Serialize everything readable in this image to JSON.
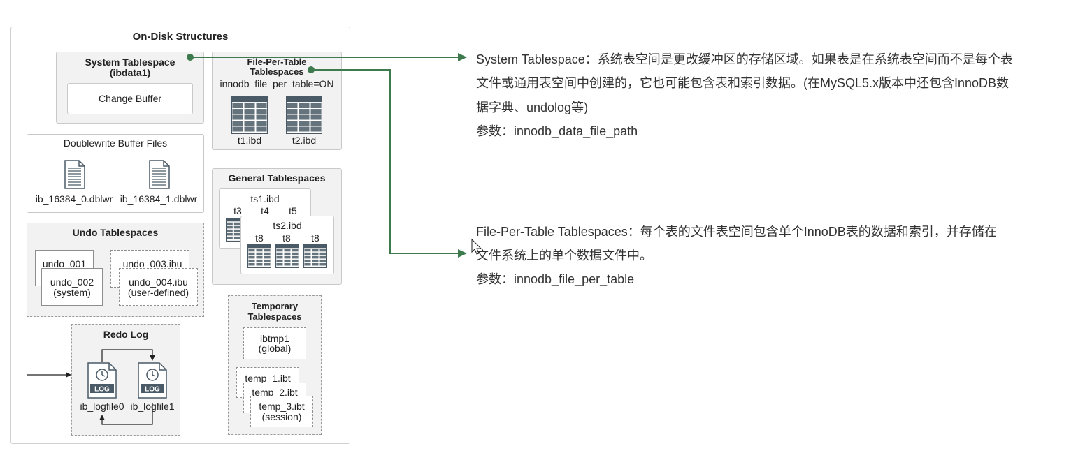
{
  "diagram": {
    "title": "On-Disk Structures",
    "system_tablespace": {
      "title_line1": "System Tablespace",
      "title_line2": "(ibdata1)",
      "change_buffer": "Change Buffer"
    },
    "file_per_table": {
      "title_line1": "File-Per-Table",
      "title_line2": "Tablespaces",
      "setting": "innodb_file_per_table=ON",
      "files": [
        "t1.ibd",
        "t2.ibd"
      ]
    },
    "doublewrite": {
      "title": "Doublewrite Buffer Files",
      "files": [
        "ib_16384_0.dblwr",
        "ib_16384_1.dblwr"
      ]
    },
    "general": {
      "title": "General Tablespaces",
      "ts1": "ts1.ibd",
      "ts1_tables": [
        "t3",
        "t4",
        "t5"
      ],
      "ts2": "ts2.ibd",
      "ts2_tables": [
        "t8",
        "t8",
        "t8"
      ]
    },
    "undo": {
      "title": "Undo Tablespaces",
      "undo_001": "undo_001",
      "undo_002_line1": "undo_002",
      "undo_002_line2": "(system)",
      "undo_003": "undo_003.ibu",
      "undo_004_line1": "undo_004.ibu",
      "undo_004_line2": "(user-defined)"
    },
    "redo": {
      "title": "Redo Log",
      "log_label": "LOG",
      "files": [
        "ib_logfile0",
        "ib_logfile1"
      ]
    },
    "temporary": {
      "title_line1": "Temporary",
      "title_line2": "Tablespaces",
      "ibtmp_line1": "ibtmp1",
      "ibtmp_line2": "(global)",
      "temp1": "temp_1.ibt",
      "temp2": "temp_2.ibt",
      "temp3_line1": "temp_3.ibt",
      "temp3_line2": "(session)"
    }
  },
  "annotations": {
    "system": {
      "line1": "System Tablespace：系统表空间是更改缓冲区的存储区域。如果表是在系统表空间而不是每个表",
      "line2": "文件或通用表空间中创建的，它也可能包含表和索引数据。(在MySQL5.x版本中还包含InnoDB数",
      "line3": "据字典、undolog等)",
      "param": "参数：innodb_data_file_path"
    },
    "file_per_table": {
      "line1": "File-Per-Table Tablespaces：每个表的文件表空间包含单个InnoDB表的数据和索引，并存储在",
      "line2": "文件系统上的单个数据文件中。",
      "param": "参数：innodb_file_per_table"
    }
  },
  "colors": {
    "connector": "#3d7a4e",
    "border": "#c9c9c9",
    "panel": "#f2f2f2",
    "db_icon": "#4a5a66"
  }
}
